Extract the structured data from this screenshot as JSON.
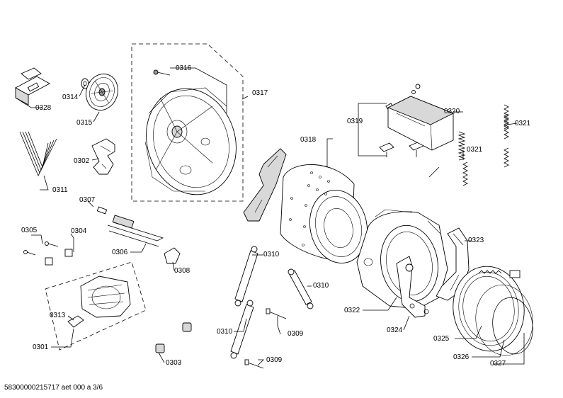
{
  "labels": {
    "l0301": "0301",
    "l0302": "0302",
    "l0303": "0303",
    "l0304": "0304",
    "l0305": "0305",
    "l0306": "0306",
    "l0307": "0307",
    "l0308": "0308",
    "l0309a": "0309",
    "l0309b": "0309",
    "l0310a": "0310",
    "l0310b": "0310",
    "l0310c": "0310",
    "l0311": "0311",
    "l0313": "0313",
    "l0314": "0314",
    "l0315": "0315",
    "l0316": "0316",
    "l0317": "0317",
    "l0318": "0318",
    "l0319": "0319",
    "l0320": "0320",
    "l0321a": "0321",
    "l0321b": "0321",
    "l0322": "0322",
    "l0323": "0323",
    "l0324": "0324",
    "l0325": "0325",
    "l0326": "0326",
    "l0327": "0327",
    "l0328": "0328"
  },
  "footer": "58300000215717 aet 000 a 3/6"
}
